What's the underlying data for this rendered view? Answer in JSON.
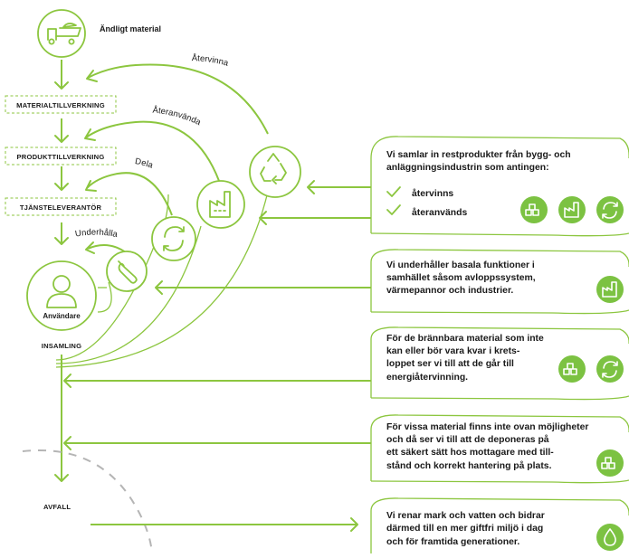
{
  "nodes": {
    "source": "Ändligt material",
    "manufacturing": "MATERIALTILLVERKNING",
    "product": "PRODUKTTILLVERKNING",
    "service": "TJÄNSTELEVERANTÖR",
    "user": "Användare",
    "collection": "INSAMLING",
    "waste": "AVFALL"
  },
  "arcs": {
    "recycle": "Återvinna",
    "reuse": "Återanvända",
    "share": "Dela",
    "maintain": "Underhålla"
  },
  "panels": {
    "p1": {
      "intro": [
        "Vi samlar in restprodukter från bygg- och",
        "anläggningsindustrin som antingen:"
      ],
      "items": [
        "återvinns",
        "återanvänds"
      ]
    },
    "p2": {
      "lines": [
        "Vi underhåller basala funktioner i",
        "samhället såsom avloppssystem,",
        "värmepannor och industrier."
      ]
    },
    "p3": {
      "lines": [
        "För de brännbara material som inte",
        "kan eller bör vara kvar i krets-",
        "loppet ser vi till att de går till",
        "energiåtervinning."
      ]
    },
    "p4": {
      "lines": [
        "För vissa material finns inte ovan möjligheter",
        "och då ser vi till att de deponeras på",
        "ett säkert sätt hos mottagare med till-",
        "stånd och korrekt hantering på plats."
      ]
    },
    "p5": {
      "lines": [
        "Vi renar mark och vatten och bidrar",
        "därmed till en mer giftfri miljö i dag",
        "och för framtida generationer."
      ]
    }
  },
  "colors": {
    "accent": "#8cc63f",
    "badge": "#7cc242",
    "text": "#1a1a1a"
  },
  "icons": [
    "dump-truck-icon",
    "recycle-icon",
    "factory-icon",
    "refresh-icon",
    "wrench-icon",
    "user-icon",
    "checkmark-icon",
    "blocks-icon",
    "droplet-icon"
  ]
}
